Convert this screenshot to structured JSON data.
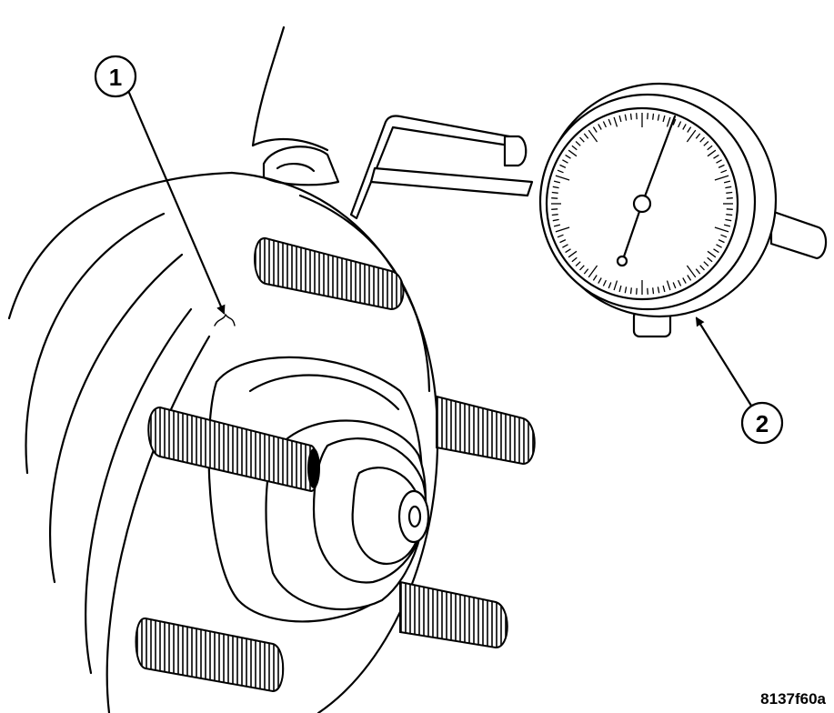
{
  "callouts": [
    {
      "label": "1",
      "target": "brake-rotor"
    },
    {
      "label": "2",
      "target": "dial-indicator"
    }
  ],
  "figure_ref": "8137f60a"
}
